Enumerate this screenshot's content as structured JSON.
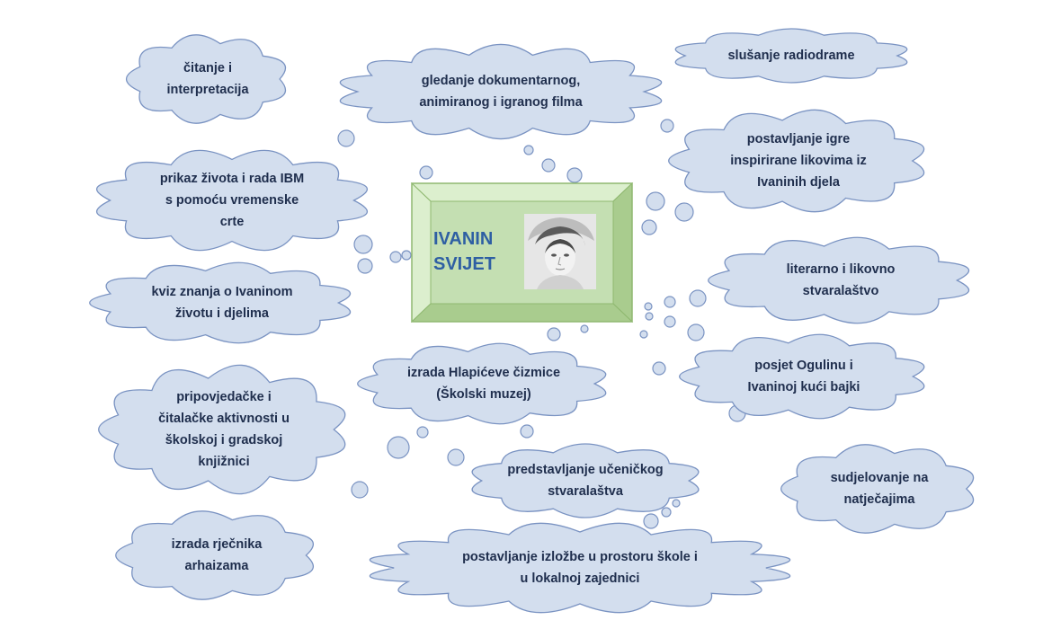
{
  "center": {
    "title": "IVANIN\nSVIJET",
    "portrait_icon": "woman-portrait-icon"
  },
  "colors": {
    "cloud_fill": "#d3deee",
    "cloud_stroke": "#7a93c2",
    "text": "#1f2e4d",
    "title": "#2e5fa3",
    "box_face": "#c4dfb2",
    "box_bevel_light": "#dcefce",
    "box_bevel_dark": "#a9cc8e",
    "box_stroke": "#8fb870"
  },
  "nodes": [
    {
      "id": "citanje",
      "text": "čitanje i\ninterpretacija"
    },
    {
      "id": "gledanje",
      "text": "gledanje dokumentarnog,\nanimiranog i igranog filma"
    },
    {
      "id": "slusanje",
      "text": "slušanje radiodrame"
    },
    {
      "id": "prikaz",
      "text": "prikaz života i rada IBM\ns pomoću vremenske\ncrte"
    },
    {
      "id": "postavljanje-igre",
      "text": "postavljanje igre\ninspirirane likovima iz\nIvaninih djela"
    },
    {
      "id": "kviz",
      "text": "kviz znanja o Ivaninom\nživotu i djelima"
    },
    {
      "id": "literarno",
      "text": "literarno i likovno\nstvaralaštvo"
    },
    {
      "id": "izrada-cizmice",
      "text": "izrada Hlapićeve čizmice\n(Školski muzej)"
    },
    {
      "id": "posjet",
      "text": "posjet Ogulinu i\nIvaninoj kući bajki"
    },
    {
      "id": "pripovjedacke",
      "text": "pripovjedačke  i\nčitalačke aktivnosti u\nškolskoj i gradskoj\nknjižnici"
    },
    {
      "id": "predstavljanje",
      "text": "predstavljanje učeničkog\nstvaralaštva"
    },
    {
      "id": "sudjelovanje",
      "text": "sudjelovanje na\nnatječajima"
    },
    {
      "id": "rjecnik",
      "text": "izrada rječnika\narhaizama"
    },
    {
      "id": "izlozba",
      "text": "postavljanje izložbe u prostoru škole i\nu lokalnoj zajednici"
    }
  ]
}
